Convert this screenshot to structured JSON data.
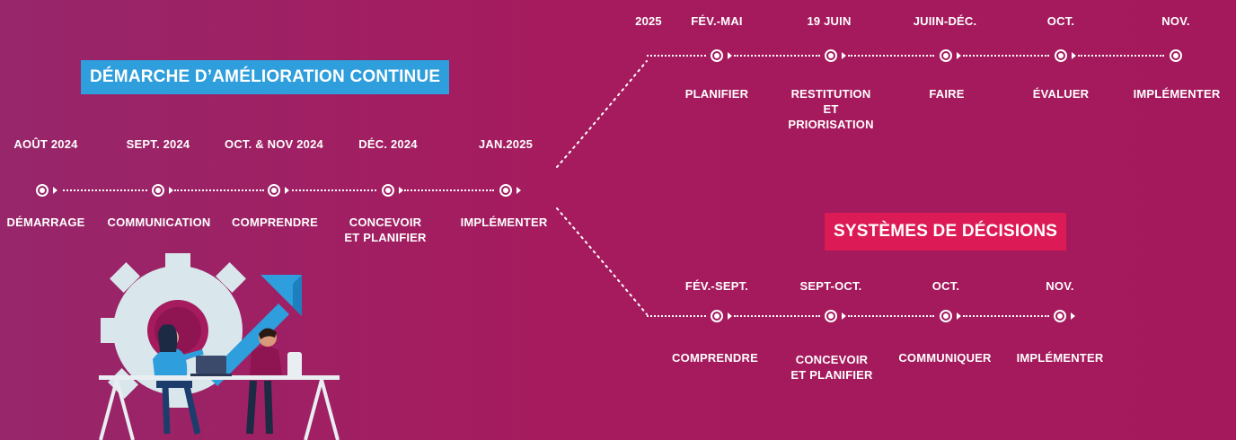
{
  "colors": {
    "background": "#a61b5e",
    "title_blue": "#2f9edc",
    "title_red": "#dc1a55",
    "line": "#ffffff"
  },
  "left_timeline": {
    "title": "DÉMARCHE D’AMÉLIORATION CONTINUE",
    "steps": [
      {
        "date": "AOÛT 2024",
        "label": "DÉMARRAGE"
      },
      {
        "date": "SEPT. 2024",
        "label": "COMMUNICATION"
      },
      {
        "date": "OCT. & NOV 2024",
        "label": "COMPRENDRE"
      },
      {
        "date": "DÉC. 2024",
        "label": "CONCEVOIR\nET PLANIFIER"
      },
      {
        "date": "JAN.2025",
        "label": "IMPLÉMENTER"
      }
    ]
  },
  "upper_timeline": {
    "year": "2025",
    "steps": [
      {
        "date": "FÉV.-MAI",
        "label": "PLANIFIER"
      },
      {
        "date": "19 JUIN",
        "label": "RESTITUTION\nET\nPRIORISATION"
      },
      {
        "date": "JUIIN-DÉC.",
        "label": "FAIRE"
      },
      {
        "date": "OCT.",
        "label": "ÉVALUER"
      },
      {
        "date": "NOV.",
        "label": "IMPLÉMENTER"
      }
    ]
  },
  "lower_timeline": {
    "title": "SYSTÈMES DE DÉCISIONS",
    "steps": [
      {
        "date": "FÉV.-SEPT.",
        "label": "COMPRENDRE"
      },
      {
        "date": "SEPT-OCT.",
        "label": "CONCEVOIR\nET PLANIFIER"
      },
      {
        "date": "OCT.",
        "label": "COMMUNIQUER"
      },
      {
        "date": "NOV.",
        "label": "IMPLÉMENTER"
      }
    ]
  },
  "illustration": {
    "icon": "teamwork-growth-illustration"
  }
}
